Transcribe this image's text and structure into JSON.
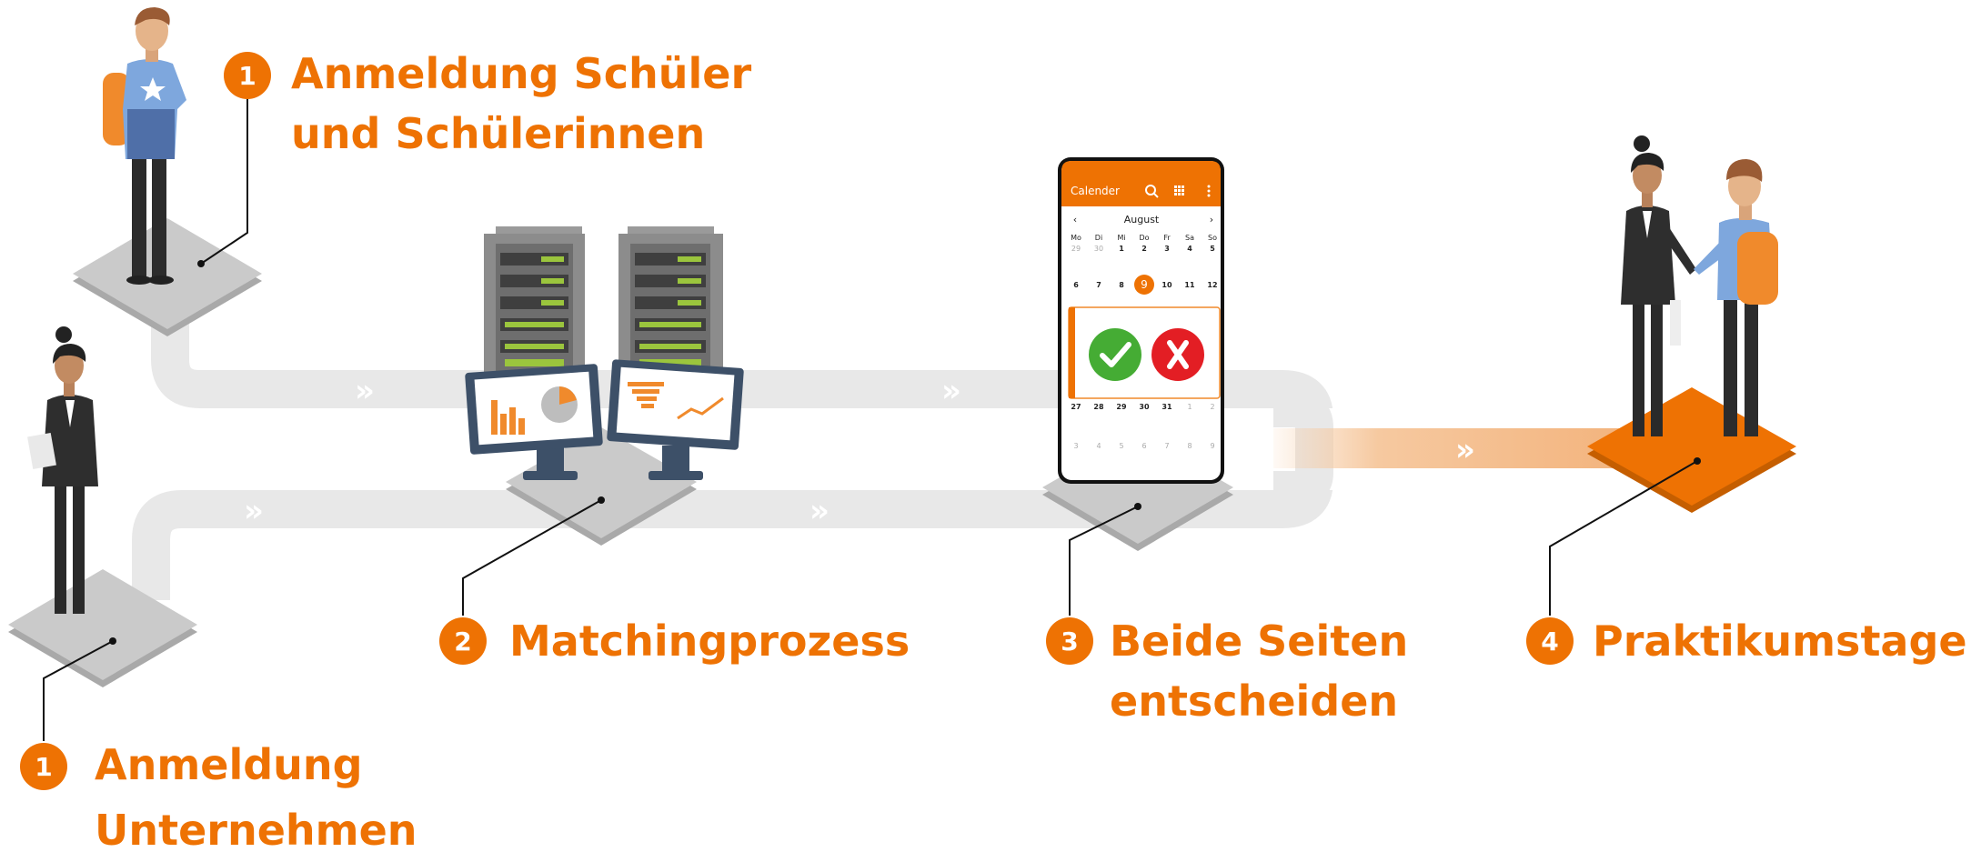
{
  "steps": [
    {
      "number": "1",
      "lines": [
        "Anmeldung Schüler",
        "und Schülerinnen"
      ]
    },
    {
      "number": "1",
      "lines": [
        "Anmeldung",
        "Unternehmen"
      ]
    },
    {
      "number": "2",
      "lines": [
        "Matchingprozess"
      ]
    },
    {
      "number": "3",
      "lines": [
        "Beide Seiten",
        "entscheiden"
      ]
    },
    {
      "number": "4",
      "lines": [
        "Praktikumstage"
      ]
    }
  ],
  "flow_arrow": "»",
  "phone": {
    "app_title": "Calender",
    "icons": [
      "search-icon",
      "grid-icon",
      "more-vertical-icon"
    ],
    "prev": "‹",
    "next": "›",
    "month": "August",
    "weekdays": [
      "Mo",
      "Di",
      "Mi",
      "Do",
      "Fr",
      "Sa",
      "So"
    ],
    "row1": [
      "29",
      "30",
      "1",
      "2",
      "3",
      "4",
      "5"
    ],
    "row2": [
      "6",
      "7",
      "8",
      "9",
      "10",
      "11",
      "12"
    ],
    "selected_day": "9",
    "row3": [
      "27",
      "28",
      "29",
      "30",
      "31",
      "1",
      "2"
    ],
    "row4": [
      "3",
      "4",
      "5",
      "6",
      "7",
      "8",
      "9"
    ]
  },
  "colors": {
    "accent": "#EE7203",
    "lane": "#E8E8E8",
    "platform": "#C9C9C9",
    "accept": "#45AC34",
    "decline": "#E31E24"
  }
}
